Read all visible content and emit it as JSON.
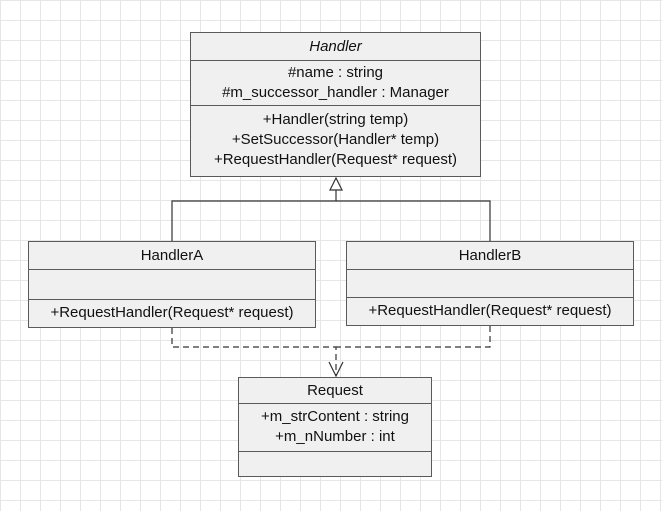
{
  "classes": {
    "handler": {
      "name": "Handler",
      "attributes": [
        "#name :  string",
        "#m_successor_handler : Manager"
      ],
      "operations": [
        "+Handler(string temp)",
        "+SetSuccessor(Handler* temp)",
        "+RequestHandler(Request* request)"
      ]
    },
    "handlerA": {
      "name": "HandlerA",
      "attributes": [],
      "operations": [
        "+RequestHandler(Request* request)"
      ]
    },
    "handlerB": {
      "name": "HandlerB",
      "attributes": [],
      "operations": [
        "+RequestHandler(Request* request)"
      ]
    },
    "request": {
      "name": "Request",
      "attributes": [
        "+m_strContent : string",
        "+m_nNumber : int"
      ],
      "operations": []
    }
  },
  "relationships": [
    {
      "type": "generalization",
      "from": "HandlerA",
      "to": "Handler"
    },
    {
      "type": "generalization",
      "from": "HandlerB",
      "to": "Handler"
    },
    {
      "type": "dependency",
      "from": "HandlerA",
      "to": "Request"
    },
    {
      "type": "dependency",
      "from": "HandlerB",
      "to": "Request"
    }
  ],
  "colors": {
    "box_fill": "#f0f0f0",
    "border": "#5a5a5a",
    "grid": "#c8c8c8"
  }
}
